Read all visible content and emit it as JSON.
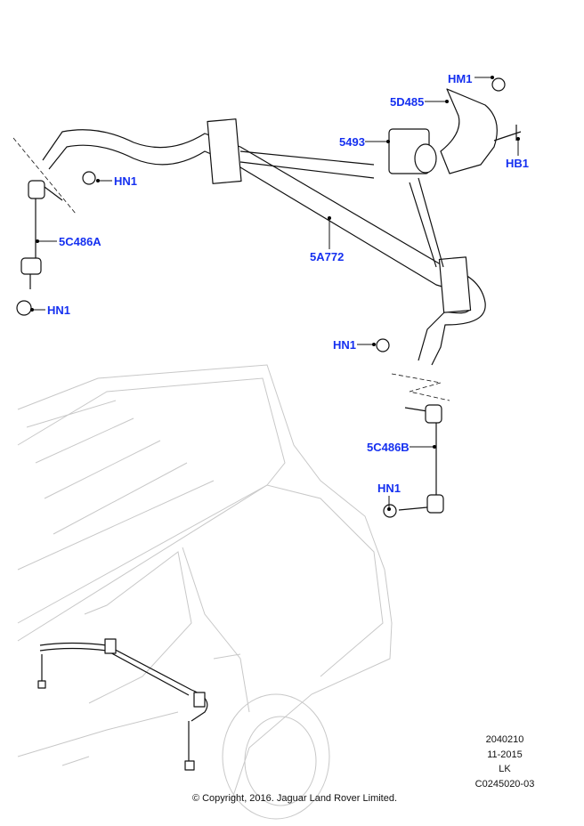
{
  "callouts": {
    "hm1": "HM1",
    "bracket": "5D485",
    "bushing": "5493",
    "hb1": "HB1",
    "hn1_left_upper": "HN1",
    "link_left": "5C486A",
    "stabilizer_bar": "5A772",
    "hn1_left_lower": "HN1",
    "hn1_right_upper": "HN1",
    "link_right": "5C486B",
    "hn1_right_lower": "HN1"
  },
  "meta": {
    "code": "2040210",
    "date": "11-2015",
    "initials": "LK",
    "reference": "C0245020-03"
  },
  "copyright": "© Copyright, 2016. Jaguar Land Rover Limited.",
  "colors": {
    "callout": "#1530f0",
    "line": "#111111",
    "vehicle": "#c8c8c8"
  }
}
